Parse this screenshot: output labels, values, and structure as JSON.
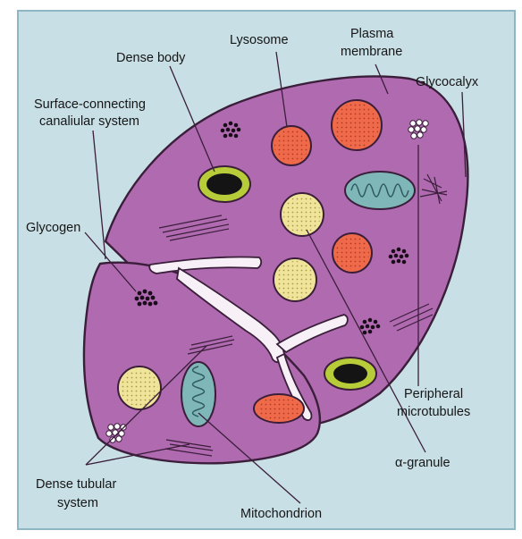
{
  "labels": {
    "lysosome": "Lysosome",
    "plasma_membrane_1": "Plasma",
    "plasma_membrane_2": "membrane",
    "dense_body": "Dense body",
    "glycocalyx": "Glycocalyx",
    "surface_connecting_1": "Surface-connecting",
    "surface_connecting_2": "canaliular system",
    "glycogen": "Glycogen",
    "peripheral_microtubules_1": "Peripheral",
    "peripheral_microtubules_2": "microtubules",
    "dense_tubular_system_1": "Dense tubular",
    "dense_tubular_system_2": "system",
    "mitochondrion": "Mitochondrion",
    "alpha_granule": "α-granule"
  },
  "colors": {
    "background_panel": "#c8dfe6",
    "panel_border": "#8fb6c4",
    "cytoplasm": "#b06ab0",
    "outline": "#3a1e3a",
    "lysosome_fill": "#ef6a4a",
    "alpha_granule_fill": "#efe49a",
    "dense_body_ring": "#b8cc3a",
    "dense_body_core": "#141414",
    "mitochondrion_fill": "#7fb7b9",
    "canal_fill": "#f7f1f7"
  }
}
